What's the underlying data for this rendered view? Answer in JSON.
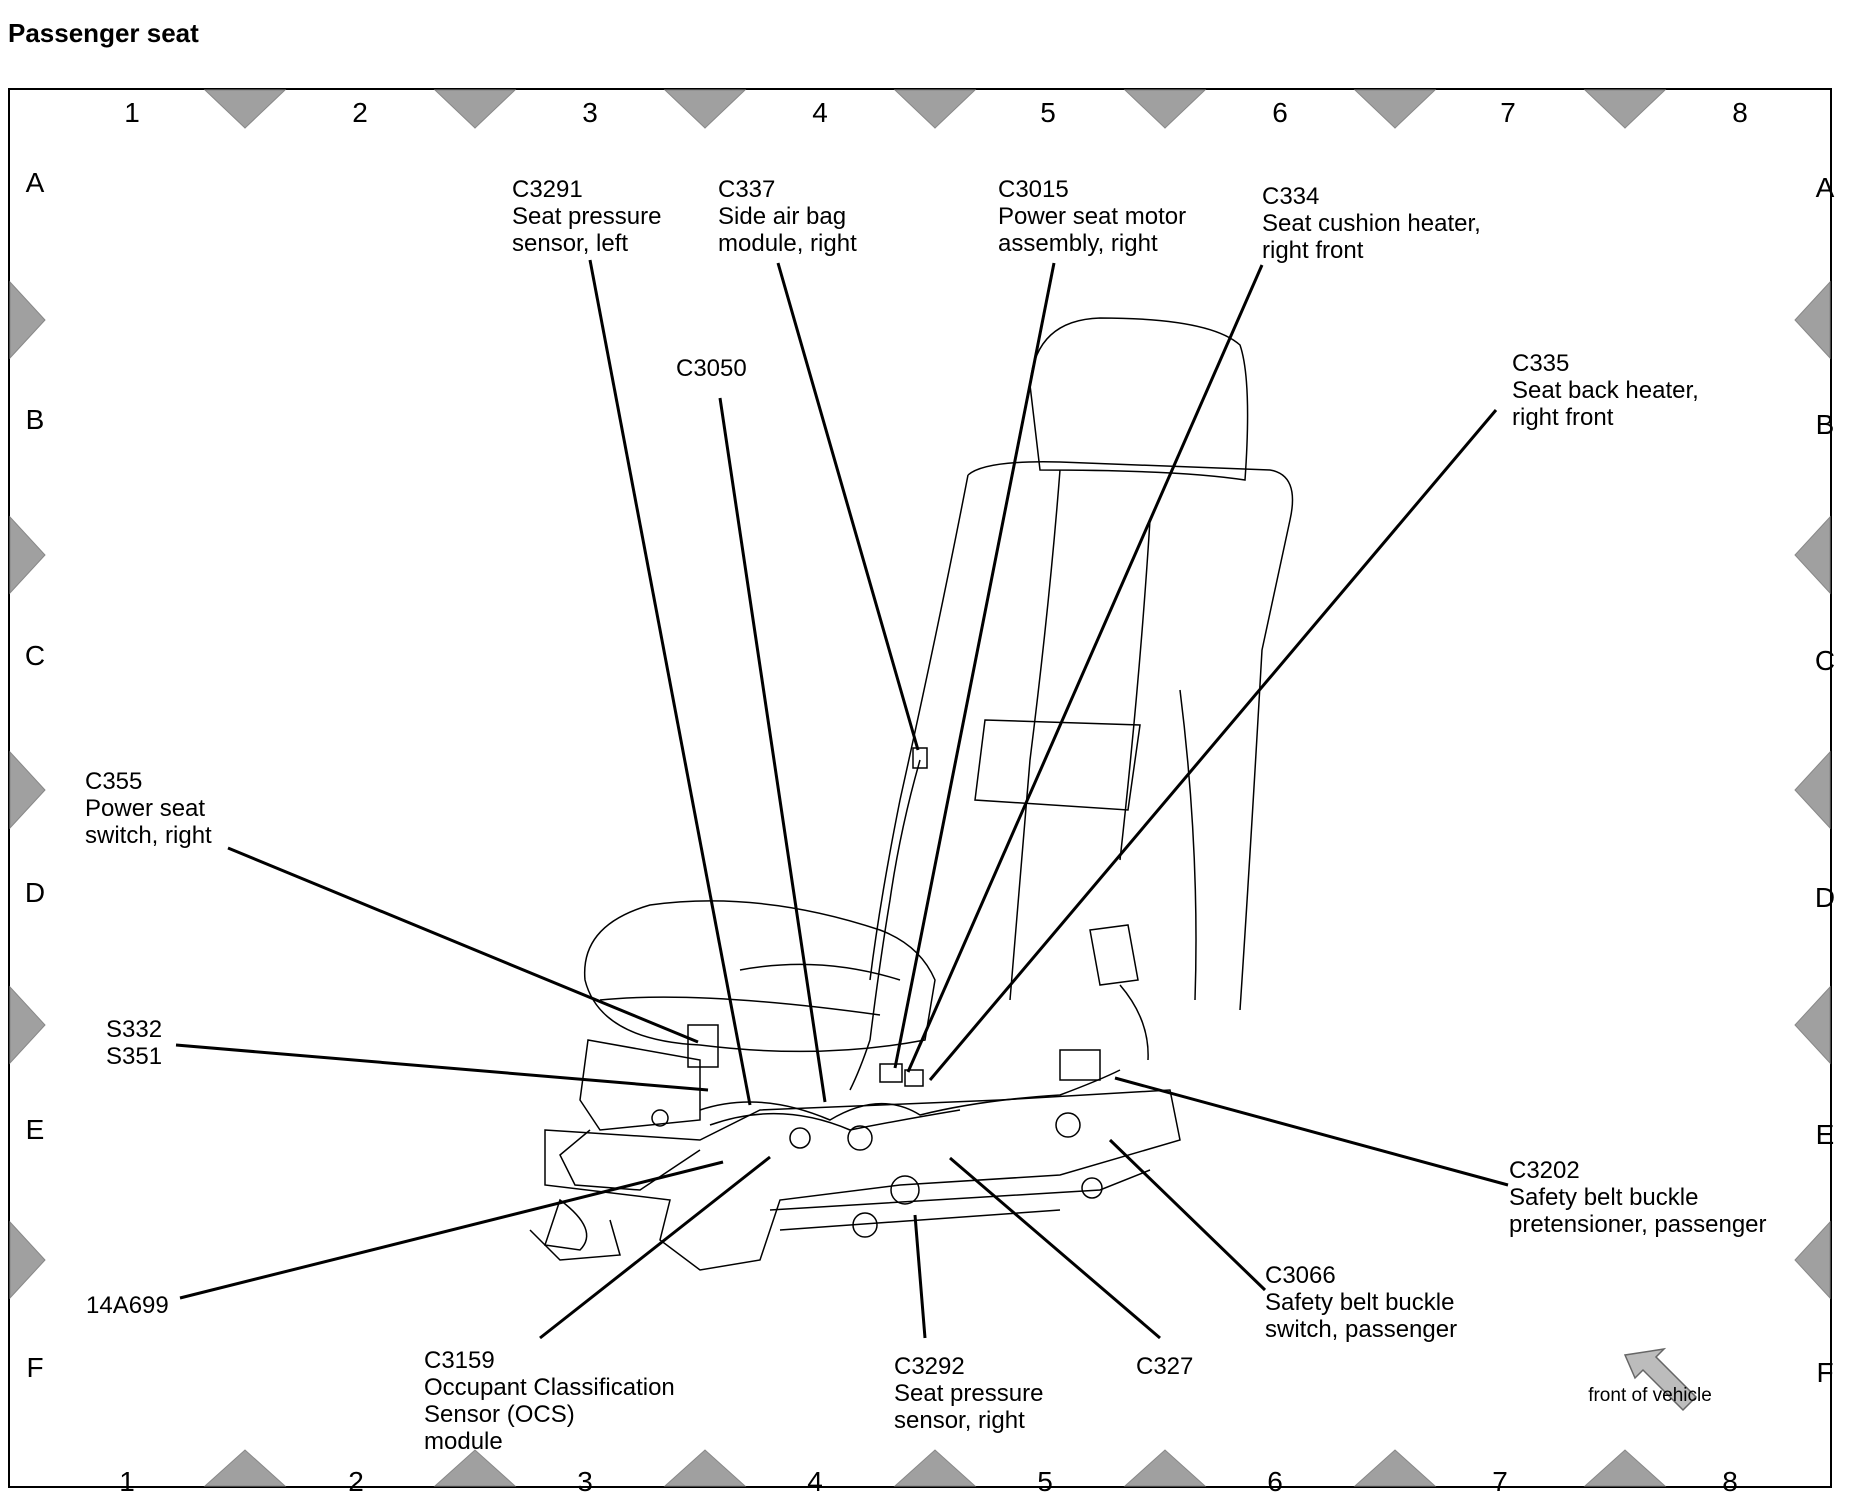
{
  "title": "Passenger seat",
  "grid": {
    "columns": [
      "1",
      "2",
      "3",
      "4",
      "5",
      "6",
      "7",
      "8"
    ],
    "rows": [
      "A",
      "B",
      "C",
      "D",
      "E",
      "F"
    ]
  },
  "labels": {
    "c3291": [
      "C3291",
      "Seat pressure",
      "sensor, left"
    ],
    "c337": [
      "C337",
      "Side air bag",
      "module, right"
    ],
    "c3015": [
      "C3015",
      "Power seat motor",
      "assembly, right"
    ],
    "c334": [
      "C334",
      "Seat cushion heater,",
      "right front"
    ],
    "c3050": [
      "C3050"
    ],
    "c335": [
      "C335",
      "Seat back heater,",
      "right front"
    ],
    "c355": [
      "C355",
      "Power seat",
      "switch, right"
    ],
    "s332": [
      "S332",
      "S351"
    ],
    "c14a699": [
      "14A699"
    ],
    "c3159": [
      "C3159",
      "Occupant Classification",
      "Sensor (OCS)",
      "module"
    ],
    "c3292": [
      "C3292",
      "Seat pressure",
      "sensor, right"
    ],
    "c327": [
      "C327"
    ],
    "c3066": [
      "C3066",
      "Safety belt buckle",
      "switch, passenger"
    ],
    "c3202": [
      "C3202",
      "Safety belt buckle",
      "pretensioner, passenger"
    ]
  },
  "front_label": "front of vehicle",
  "colors": {
    "ink": "#000000",
    "marker": "#a0a0a0"
  }
}
